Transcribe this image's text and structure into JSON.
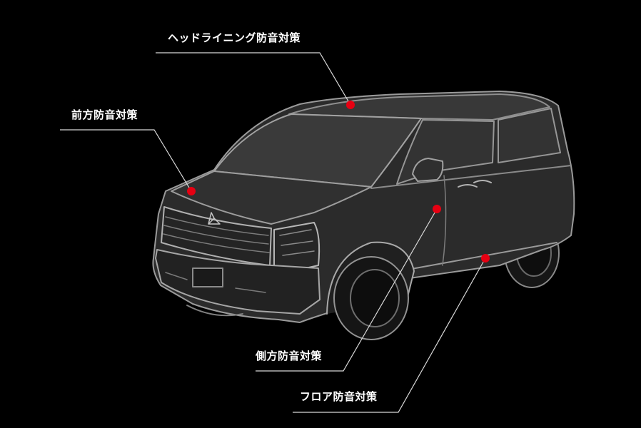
{
  "callouts": {
    "headlining": "ヘッドライニング防音対策",
    "front": "前方防音対策",
    "side": "側方防音対策",
    "floor": "フロア防音対策"
  },
  "colors": {
    "background": "#000000",
    "marker": "#e60012",
    "leader_line": "#d8d8d8",
    "body_fill": "#2b2b2b",
    "outline": "#a9a9a9"
  }
}
